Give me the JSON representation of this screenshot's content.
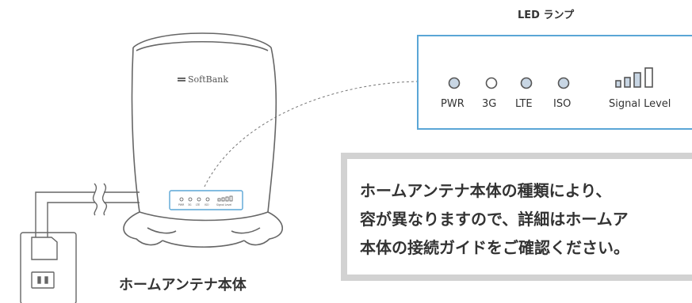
{
  "led_panel": {
    "title": "LED ランプ",
    "labels": {
      "pwr": "PWR",
      "g3": "3G",
      "lte": "LTE",
      "iso": "ISO",
      "signal": "Signal Level"
    }
  },
  "callout": {
    "lines": [
      "ホームアンテナ本体の種類により、",
      "容が異なりますので、詳細はホームア",
      "本体の接続ガイドをご確認ください。"
    ]
  },
  "device": {
    "brand": "SoftBank",
    "label": "ホームアンテナ本体",
    "mini_labels": [
      "PWR",
      "3G",
      "LTE",
      "ISO",
      "Signal Level"
    ]
  },
  "colors": {
    "accent_blue": "#5aa6d6",
    "led_fill": "#c8d6e4",
    "callout_border": "#d2d2d2"
  }
}
